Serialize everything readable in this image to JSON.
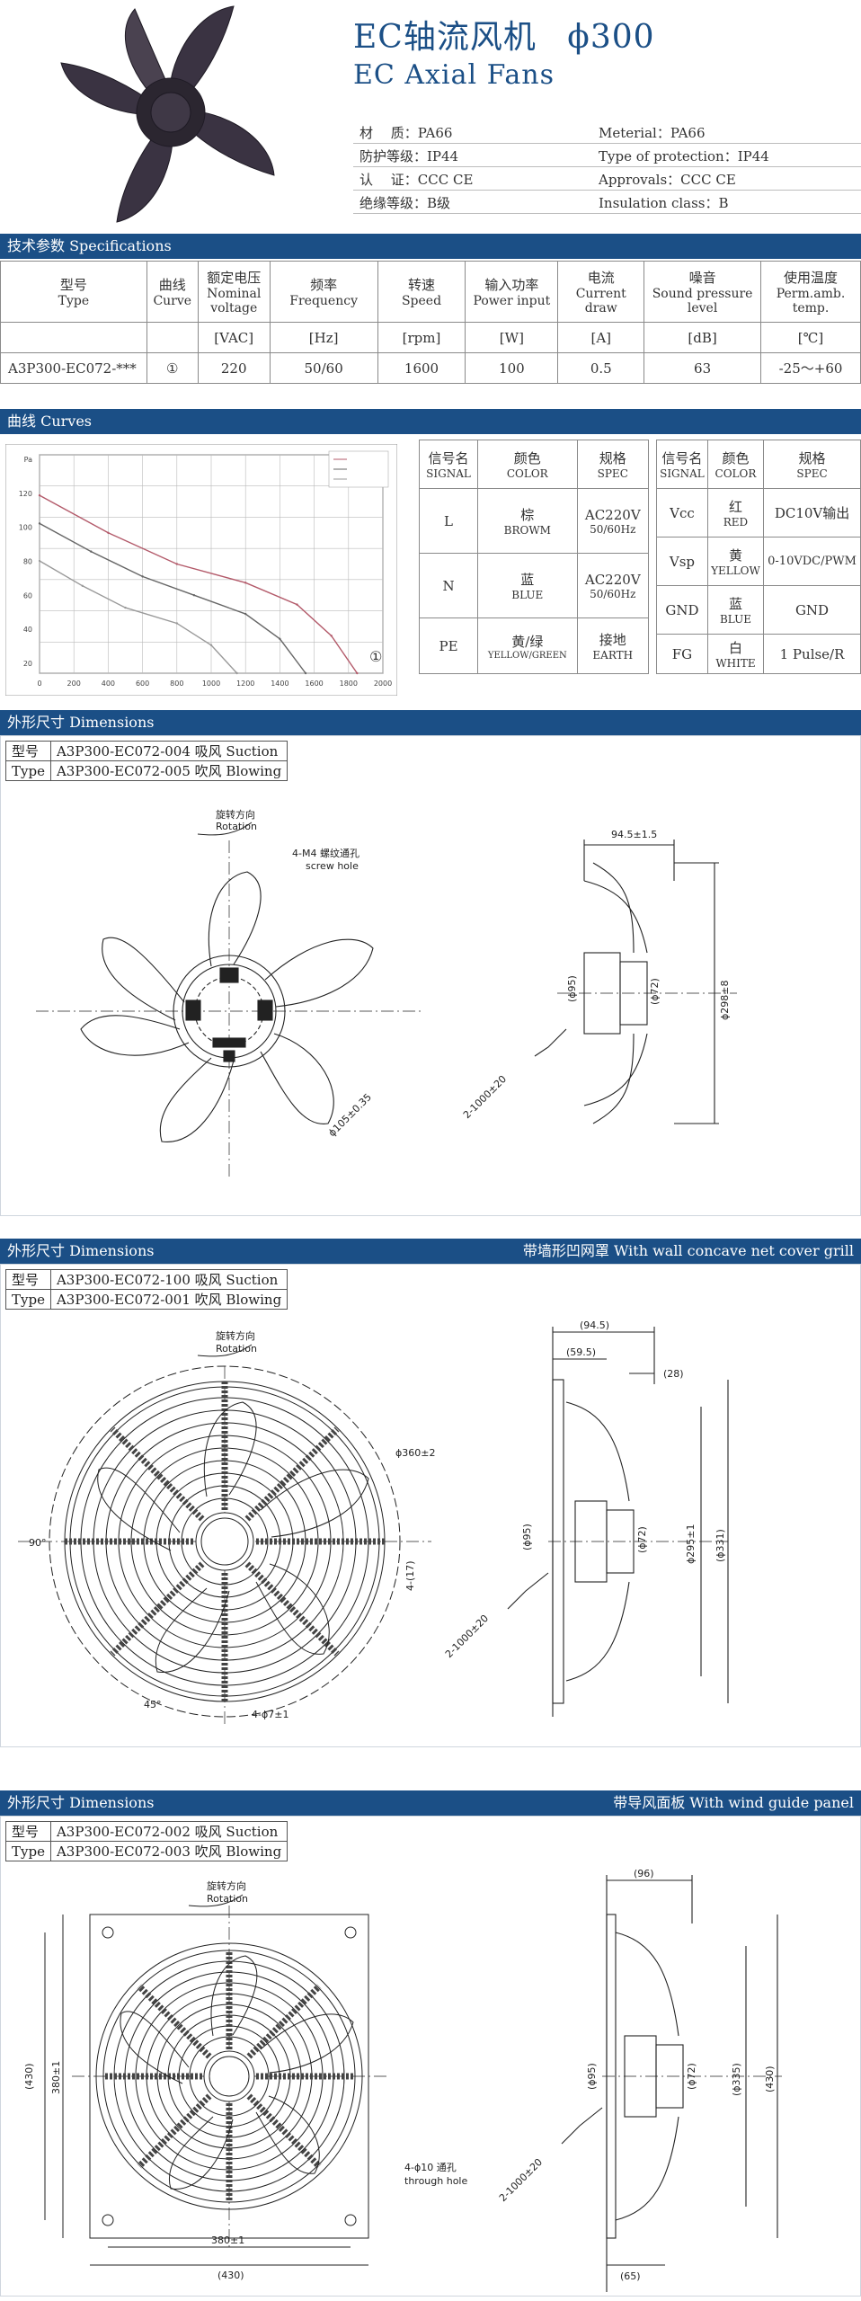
{
  "header": {
    "title_cn": "EC轴流风机",
    "size": "ϕ300",
    "title_en": "EC Axial Fans",
    "props": [
      {
        "cn": "材　 质：PA66",
        "en": "Meterial：PA66"
      },
      {
        "cn": "防护等级：IP44",
        "en": "Type of protection：IP44"
      },
      {
        "cn": "认　 证：CCC CE",
        "en": "Approvals：CCC CE"
      },
      {
        "cn": "绝缘等级：B级",
        "en": "Insulation class：B"
      }
    ]
  },
  "spec": {
    "bar": "技术参数 Specifications",
    "headers": [
      {
        "cn": "型号",
        "en": "Type"
      },
      {
        "cn": "曲线",
        "en": "Curve"
      },
      {
        "cn": "额定电压",
        "en": "Nominal voltage"
      },
      {
        "cn": "频率",
        "en": "Frequency"
      },
      {
        "cn": "转速",
        "en": "Speed"
      },
      {
        "cn": "输入功率",
        "en": "Power input"
      },
      {
        "cn": "电流",
        "en": "Current draw"
      },
      {
        "cn": "噪音",
        "en": "Sound pressure level"
      },
      {
        "cn": "使用温度",
        "en": "Perm.amb. temp."
      }
    ],
    "units": [
      "",
      "",
      "[VAC]",
      "[Hz]",
      "[rpm]",
      "[W]",
      "[A]",
      "[dB]",
      "[℃]"
    ],
    "row": [
      "A3P300-EC072-***",
      "①",
      "220",
      "50/60",
      "1600",
      "100",
      "0.5",
      "63",
      "-25～+60"
    ]
  },
  "curves": {
    "bar": "曲线 Curves",
    "left_table": {
      "headers": [
        [
          "信号名",
          "SIGNAL"
        ],
        [
          "颜色",
          "COLOR"
        ],
        [
          "规格",
          "SPEC"
        ]
      ],
      "rows": [
        [
          "L",
          "棕",
          "BROWM",
          "AC220V",
          "50/60Hz"
        ],
        [
          "N",
          "蓝",
          "BLUE",
          "AC220V",
          "50/60Hz"
        ],
        [
          "PE",
          "黄/绿",
          "YELLOW/GREEN",
          "接地",
          "EARTH"
        ]
      ]
    },
    "right_table": {
      "headers": [
        [
          "信号名",
          "SIGNAL"
        ],
        [
          "颜色",
          "COLOR"
        ],
        [
          "规格",
          "SPEC"
        ]
      ],
      "rows": [
        [
          "Vcc",
          "红",
          "RED",
          "DC10V输出"
        ],
        [
          "Vsp",
          "黄",
          "YELLOW",
          "0-10VDC/PWM"
        ],
        [
          "GND",
          "蓝",
          "BLUE",
          "GND"
        ],
        [
          "FG",
          "白",
          "WHITE",
          "1 Pulse/R"
        ]
      ]
    },
    "chart_marker": "①",
    "x_ticks": [
      "0",
      "200",
      "400",
      "600",
      "800",
      "1000",
      "1200",
      "1400",
      "1600",
      "1800",
      "2000"
    ],
    "y_ticks": [
      "Pa",
      "120",
      "100",
      "80",
      "60",
      "40",
      "20"
    ]
  },
  "chart_data": {
    "type": "line",
    "x_ticks": [
      0,
      200,
      400,
      600,
      800,
      1000,
      1200,
      1400,
      1600,
      1800,
      2000
    ],
    "xlim": [
      0,
      2000
    ],
    "ylim": [
      0,
      140
    ],
    "series": [
      {
        "color": "#b35a6a",
        "x": [
          0,
          400,
          800,
          1200,
          1500,
          1700,
          1850
        ],
        "y": [
          114,
          90,
          70,
          58,
          44,
          24,
          0
        ]
      },
      {
        "color": "#666666",
        "x": [
          0,
          300,
          600,
          900,
          1200,
          1400,
          1550
        ],
        "y": [
          96,
          78,
          62,
          50,
          38,
          22,
          0
        ]
      },
      {
        "color": "#999999",
        "x": [
          0,
          250,
          500,
          800,
          1000,
          1150
        ],
        "y": [
          72,
          56,
          42,
          32,
          18,
          0
        ]
      }
    ]
  },
  "dim1": {
    "bar": "外形尺寸 Dimensions",
    "type_label_cn": "型号",
    "type_label_en": "Type",
    "model1": "A3P300-EC072-004 吸风 Suction",
    "model2": "A3P300-EC072-005 吹风 Blowing",
    "rotation_cn": "旋转方向",
    "rotation_en": "Rotation",
    "screw_cn": "4-M4 螺纹通孔",
    "screw_en": "screw hole",
    "pcd": "ϕ105±0.35",
    "cable": "2-1000±20",
    "width": "94.5±1.5",
    "hub1": "(ϕ95)",
    "hub2": "(ϕ72)",
    "dia": "ϕ298±8"
  },
  "dim2": {
    "bar": "外形尺寸 Dimensions",
    "bar_right": "带墙形凹网罩 With wall concave net cover grill",
    "type_label_cn": "型号",
    "type_label_en": "Type",
    "model1": "A3P300-EC072-100 吸风 Suction",
    "model2": "A3P300-EC072-001 吹风 Blowing",
    "rotation_cn": "旋转方向",
    "rotation_en": "Rotation",
    "guard_dia": "ϕ360±2",
    "angle90": "90°",
    "angle45": "45°",
    "holes": "4-ϕ7±1",
    "spacer": "4-(17)",
    "cable": "2-1000±20",
    "w1": "(94.5)",
    "w2": "(59.5)",
    "w3": "(28)",
    "hub1": "(ϕ95)",
    "hub2": "(ϕ72)",
    "dia": "ϕ295±1",
    "outer": "(ϕ331)"
  },
  "dim3": {
    "bar": "外形尺寸 Dimensions",
    "bar_right": "带导风面板 With wind guide panel",
    "type_label_cn": "型号",
    "type_label_en": "Type",
    "model1": "A3P300-EC072-002 吸风 Suction",
    "model2": "A3P300-EC072-003 吹风 Blowing",
    "rotation_cn": "旋转方向",
    "rotation_en": "Rotation",
    "holes_cn": "4-ϕ10 通孔",
    "holes_en": "through hole",
    "s1": "(430)",
    "s2": "380±1",
    "b1": "380±1",
    "b2": "(430)",
    "w1": "(96)",
    "w2": "(65)",
    "cable": "2-1000±20",
    "hub1": "(ϕ95)",
    "hub2": "(ϕ72)",
    "dia": "(ϕ335)",
    "side": "(430)"
  }
}
